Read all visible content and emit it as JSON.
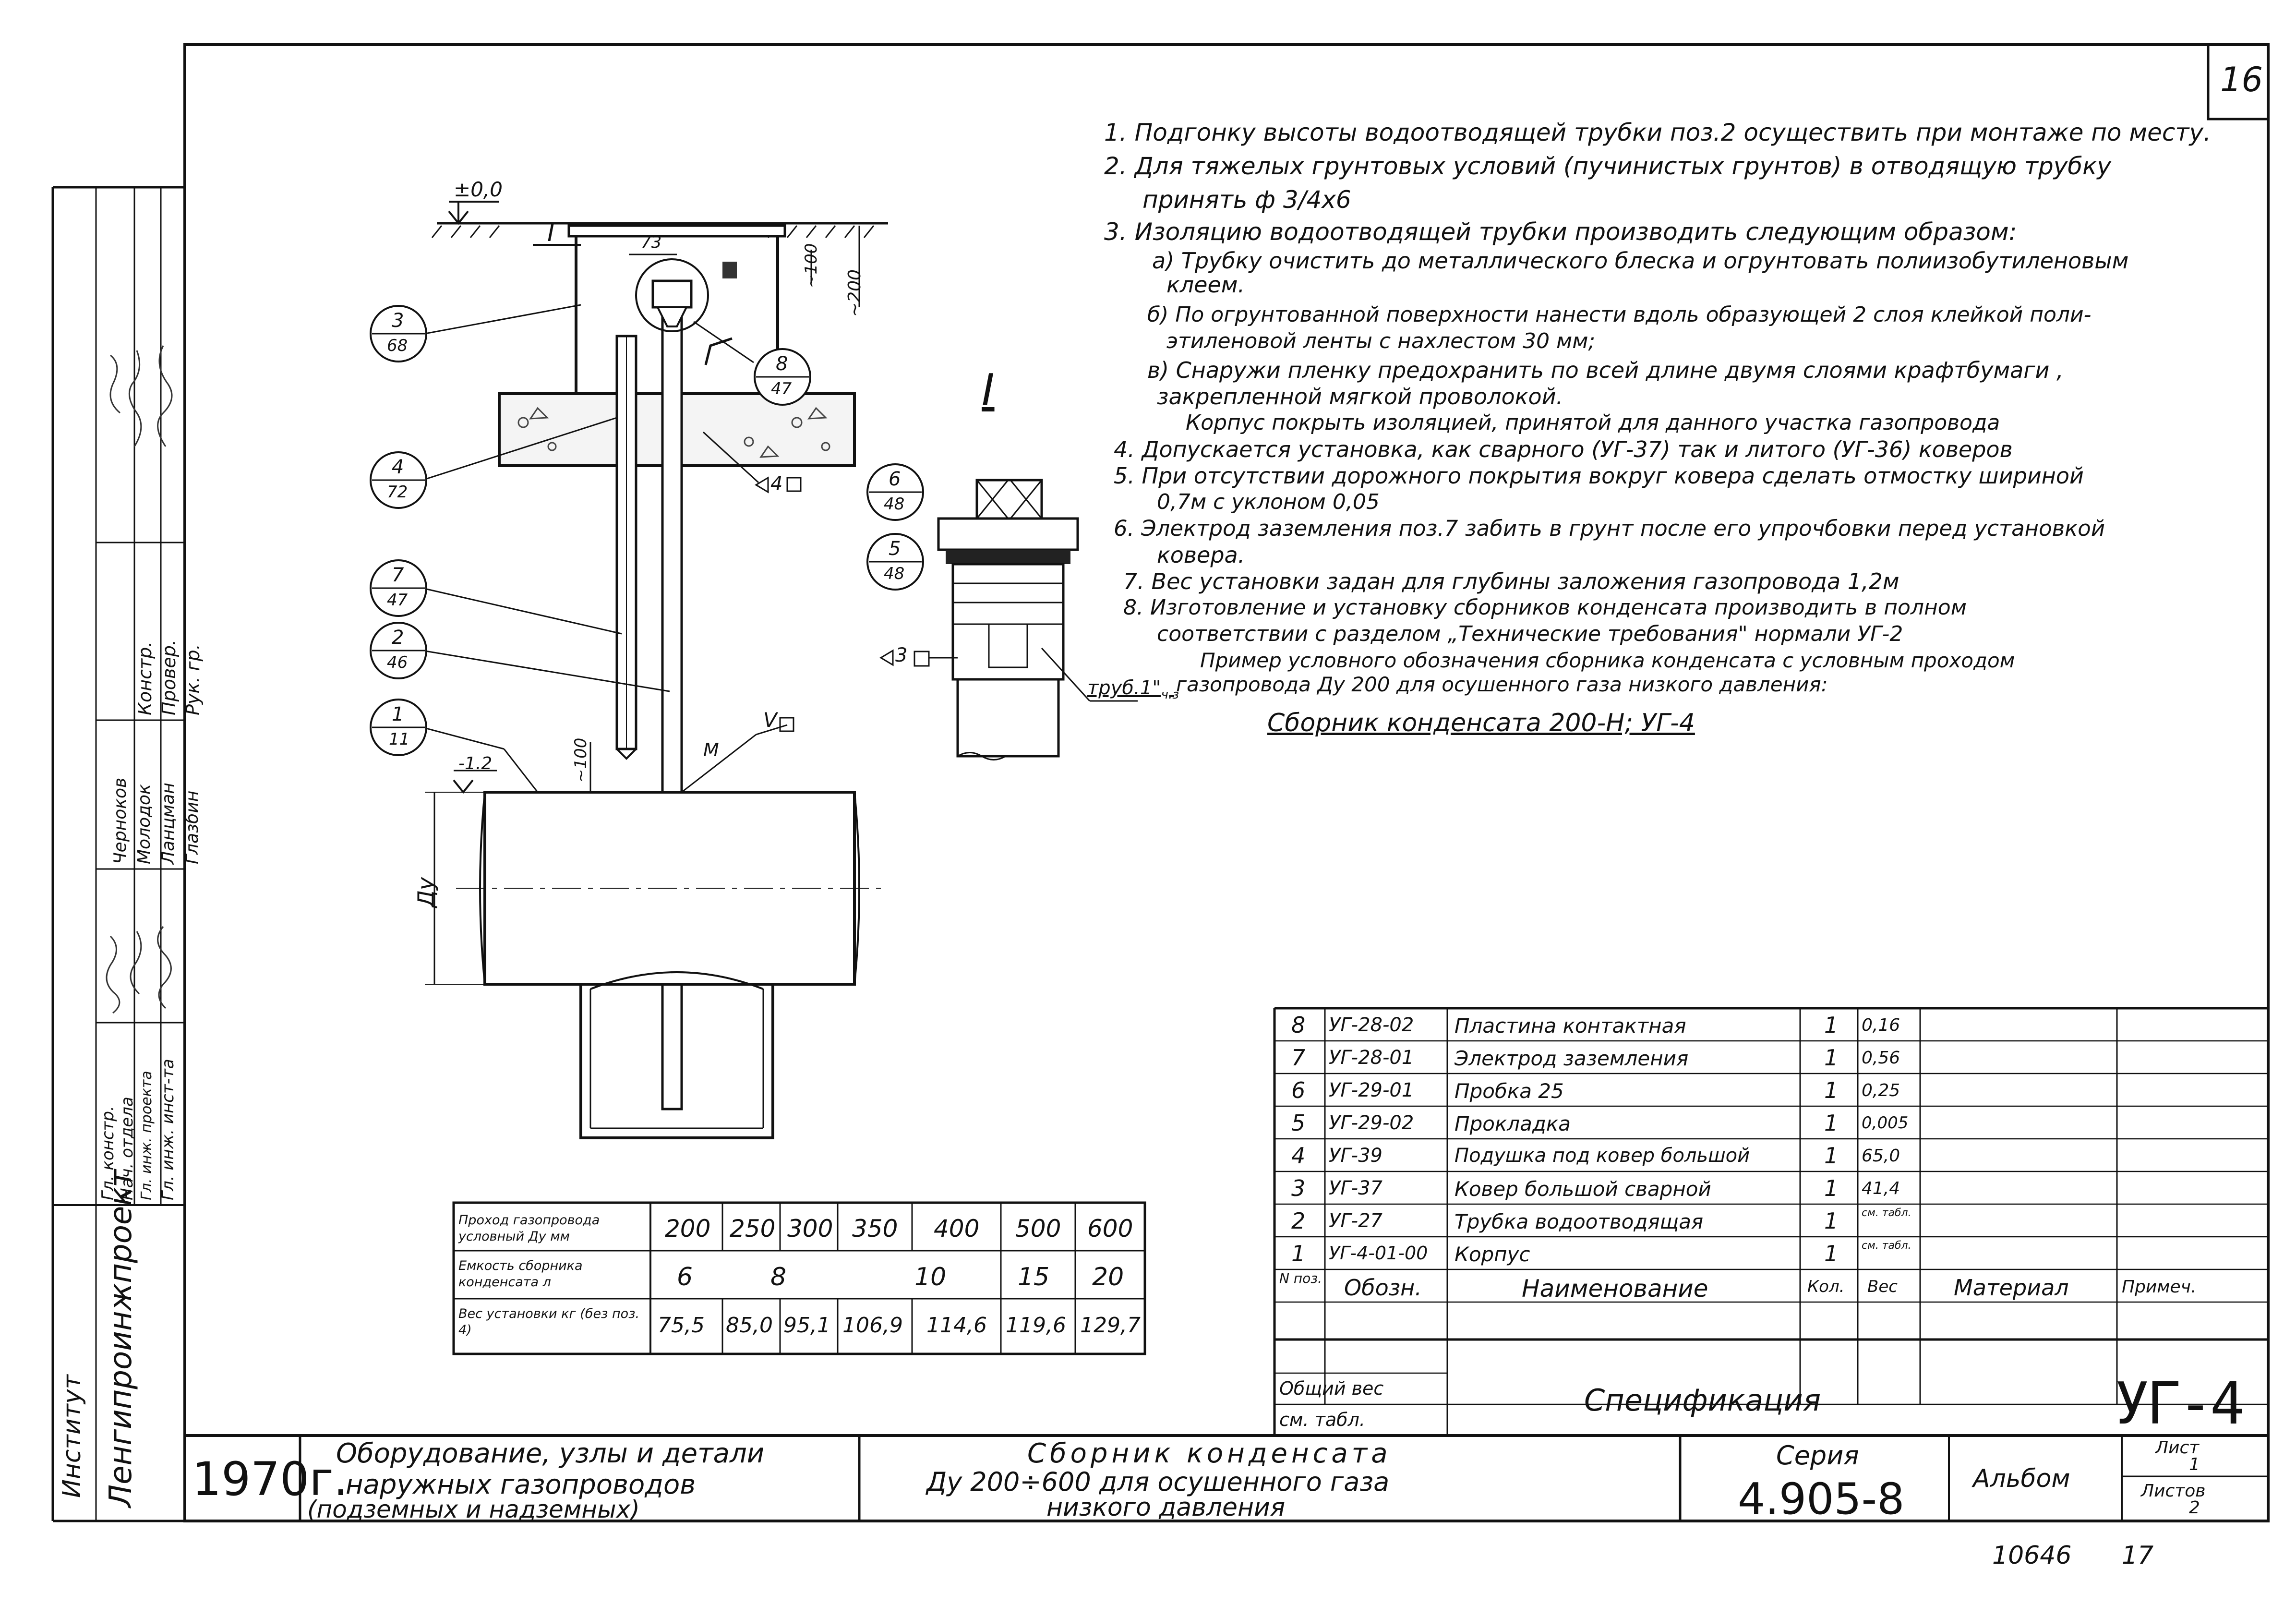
{
  "sheet": {
    "number": "16",
    "archive_no": "10646",
    "archive_page": "17"
  },
  "notes": [
    "1. Подгонку высоты водоотводящей трубки поз.2 осуществить при монтаже по месту.",
    "2. Для тяжелых грунтовых условий (пучинистых грунтов) в отводящую трубку",
    "принять ф 3/4х6",
    "3. Изоляцию водоотводящей трубки производить следующим образом:",
    "а) Трубку очистить до металлического блеска и огрунтовать полиизобутиленовым",
    "клеем.",
    "б) По огрунтованной поверхности нанести вдоль образующей 2 слоя клейкой поли-",
    "этиленовой ленты с нахлестом 30 мм;",
    "в) Снаружи пленку предохранить по всей длине двумя слоями крафтбумаги ,",
    "закрепленной мягкой проволокой.",
    "Корпус покрыть изоляцией, принятой для данного участка газопровода",
    "4. Допускается установка, как сварного (УГ-37) так и литого (УГ-36) коверов",
    "5. При отсутствии дорожного покрытия вокруг ковера сделать отмостку шириной",
    "0,7м с уклоном 0,05",
    "6. Электрод заземления поз.7 забить в грунт после его упрочбовки перед установкой",
    "ковера.",
    "7. Вес установки задан для глубины заложения газопровода 1,2м",
    "8. Изготовление и установку сборников конденсата производить в полном",
    "соответствии с разделом „Технические требования\" нормали УГ-2",
    "Пример условного обозначения сборника конденсата с условным проходом",
    "газопровода Ду 200 для осушенного газа низкого давления:"
  ],
  "designation_example": "Сборник конденсата 200-Н; УГ-4",
  "drawing_labels": {
    "level_zero": "±0,0",
    "depth": "-1.2",
    "section_mark": "I",
    "detail_title": "I",
    "dim_73": "73",
    "dim_100_top": "~100",
    "dim_200": "~200",
    "dim_100_bottom": "~100",
    "du": "Ду",
    "weld_4": "4",
    "weld_3": "3",
    "weld_v": "V",
    "m": "М",
    "pipe_note": "труб.1\"",
    "pipe_note_sub": "ч.з",
    "callouts": [
      {
        "top": "3",
        "bottom": "68"
      },
      {
        "top": "4",
        "bottom": "72"
      },
      {
        "top": "7",
        "bottom": "47"
      },
      {
        "top": "2",
        "bottom": "46"
      },
      {
        "top": "1",
        "bottom": "11"
      },
      {
        "top": "8",
        "bottom": "47"
      },
      {
        "top": "6",
        "bottom": "48"
      },
      {
        "top": "5",
        "bottom": "48"
      }
    ]
  },
  "dn_table": {
    "row_headers": [
      "Проход газопровода условный Ду мм",
      "Емкость сборника конденсата л",
      "Вес установки кг (без поз. 4)"
    ],
    "diameters": [
      "200",
      "250",
      "300",
      "350",
      "400",
      "500",
      "600"
    ],
    "capacity": [
      "6",
      "8",
      "10",
      "15",
      "20"
    ],
    "weights": [
      "75,5",
      "85,0",
      "95,1",
      "106,9",
      "114,6",
      "119,6",
      "129,7"
    ]
  },
  "spec": {
    "rows": [
      {
        "pos": "8",
        "code": "УГ-28-02",
        "name": "Пластина контактная",
        "qty": "1",
        "weight": "0,16"
      },
      {
        "pos": "7",
        "code": "УГ-28-01",
        "name": "Электрод заземления",
        "qty": "1",
        "weight": "0,56"
      },
      {
        "pos": "6",
        "code": "УГ-29-01",
        "name": "Пробка 25",
        "qty": "1",
        "weight": "0,25"
      },
      {
        "pos": "5",
        "code": "УГ-29-02",
        "name": "Прокладка",
        "qty": "1",
        "weight": "0,005"
      },
      {
        "pos": "4",
        "code": "УГ-39",
        "name": "Подушка под ковер большой",
        "qty": "1",
        "weight": "65,0"
      },
      {
        "pos": "3",
        "code": "УГ-37",
        "name": "Ковер большой сварной",
        "qty": "1",
        "weight": "41,4"
      },
      {
        "pos": "2",
        "code": "УГ-27",
        "name": "Трубка водоотводящая",
        "qty": "1",
        "weight": "см. табл."
      },
      {
        "pos": "1",
        "code": "УГ-4-01-00",
        "name": "Корпус",
        "qty": "1",
        "weight": "см. табл."
      }
    ],
    "header": {
      "pos": "N поз.",
      "code": "Обозн.",
      "name": "Наименование",
      "qty": "Кол.",
      "weight": "Вес",
      "material": "Материал",
      "note": "Примеч."
    },
    "total_weight": "Общий вес",
    "see_table": "см. табл.",
    "title": "Спецификация",
    "code_big": "УГ-4"
  },
  "title_block": {
    "year": "1970г.",
    "subject_lines": [
      "Оборудование, узлы и детали",
      "наружных газопроводов",
      "(подземных и надземных)"
    ],
    "name_lines": [
      "Сборник конденсата",
      "Ду 200÷600 для осушенного газа",
      "низкого давления"
    ],
    "series_label": "Серия",
    "series_value": "4.905-8",
    "album": "Альбом",
    "sheet_label": "Лист",
    "sheet_value": "1",
    "sheets_label": "Листов",
    "sheets_value": "2"
  },
  "side_stamp": {
    "institute_label": "Институт",
    "institute_name": "Ленгипроинжпроект",
    "roles": [
      "Гл. инж. инст-та",
      "Гл. инж. проекта",
      "Нач. отдела",
      "Гл. констр.",
      "Рук. гр.",
      "Провер.",
      "Констр."
    ],
    "names": [
      "Глазбин",
      "Ланцман",
      "Молодок",
      "Черноков"
    ]
  }
}
